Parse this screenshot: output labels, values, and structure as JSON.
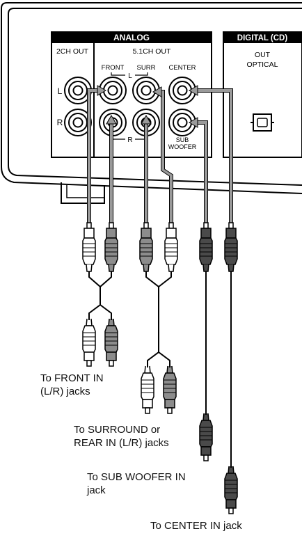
{
  "panel": {
    "analog_header": "ANALOG",
    "digital_header": "DIGITAL (CD)",
    "ch2_out": "2CH OUT",
    "ch51_out": "5.1CH OUT",
    "front": "FRONT",
    "surr": "SURR",
    "center": "CENTER",
    "l_mid": "L",
    "r_mid": "R",
    "jack_l": "L",
    "jack_r": "R",
    "sub": "SUB",
    "woofer": "WOOFER",
    "out": "OUT",
    "optical": "OPTICAL"
  },
  "captions": {
    "front_line1": "To FRONT IN",
    "front_line2": "(L/R) jacks",
    "surround_line1": "To SURROUND or",
    "surround_line2": "REAR IN (L/R) jacks",
    "sub_line1": "To SUB WOOFER IN",
    "sub_line2": "jack",
    "center_line1": "To CENTER IN jack"
  },
  "colors": {
    "line": "#000000",
    "cable": "#9a9a9a",
    "plug_white": "#ffffff",
    "plug_gray": "#8c8c8c",
    "plug_dark": "#4a4a4a",
    "label_bg": "#000000"
  }
}
